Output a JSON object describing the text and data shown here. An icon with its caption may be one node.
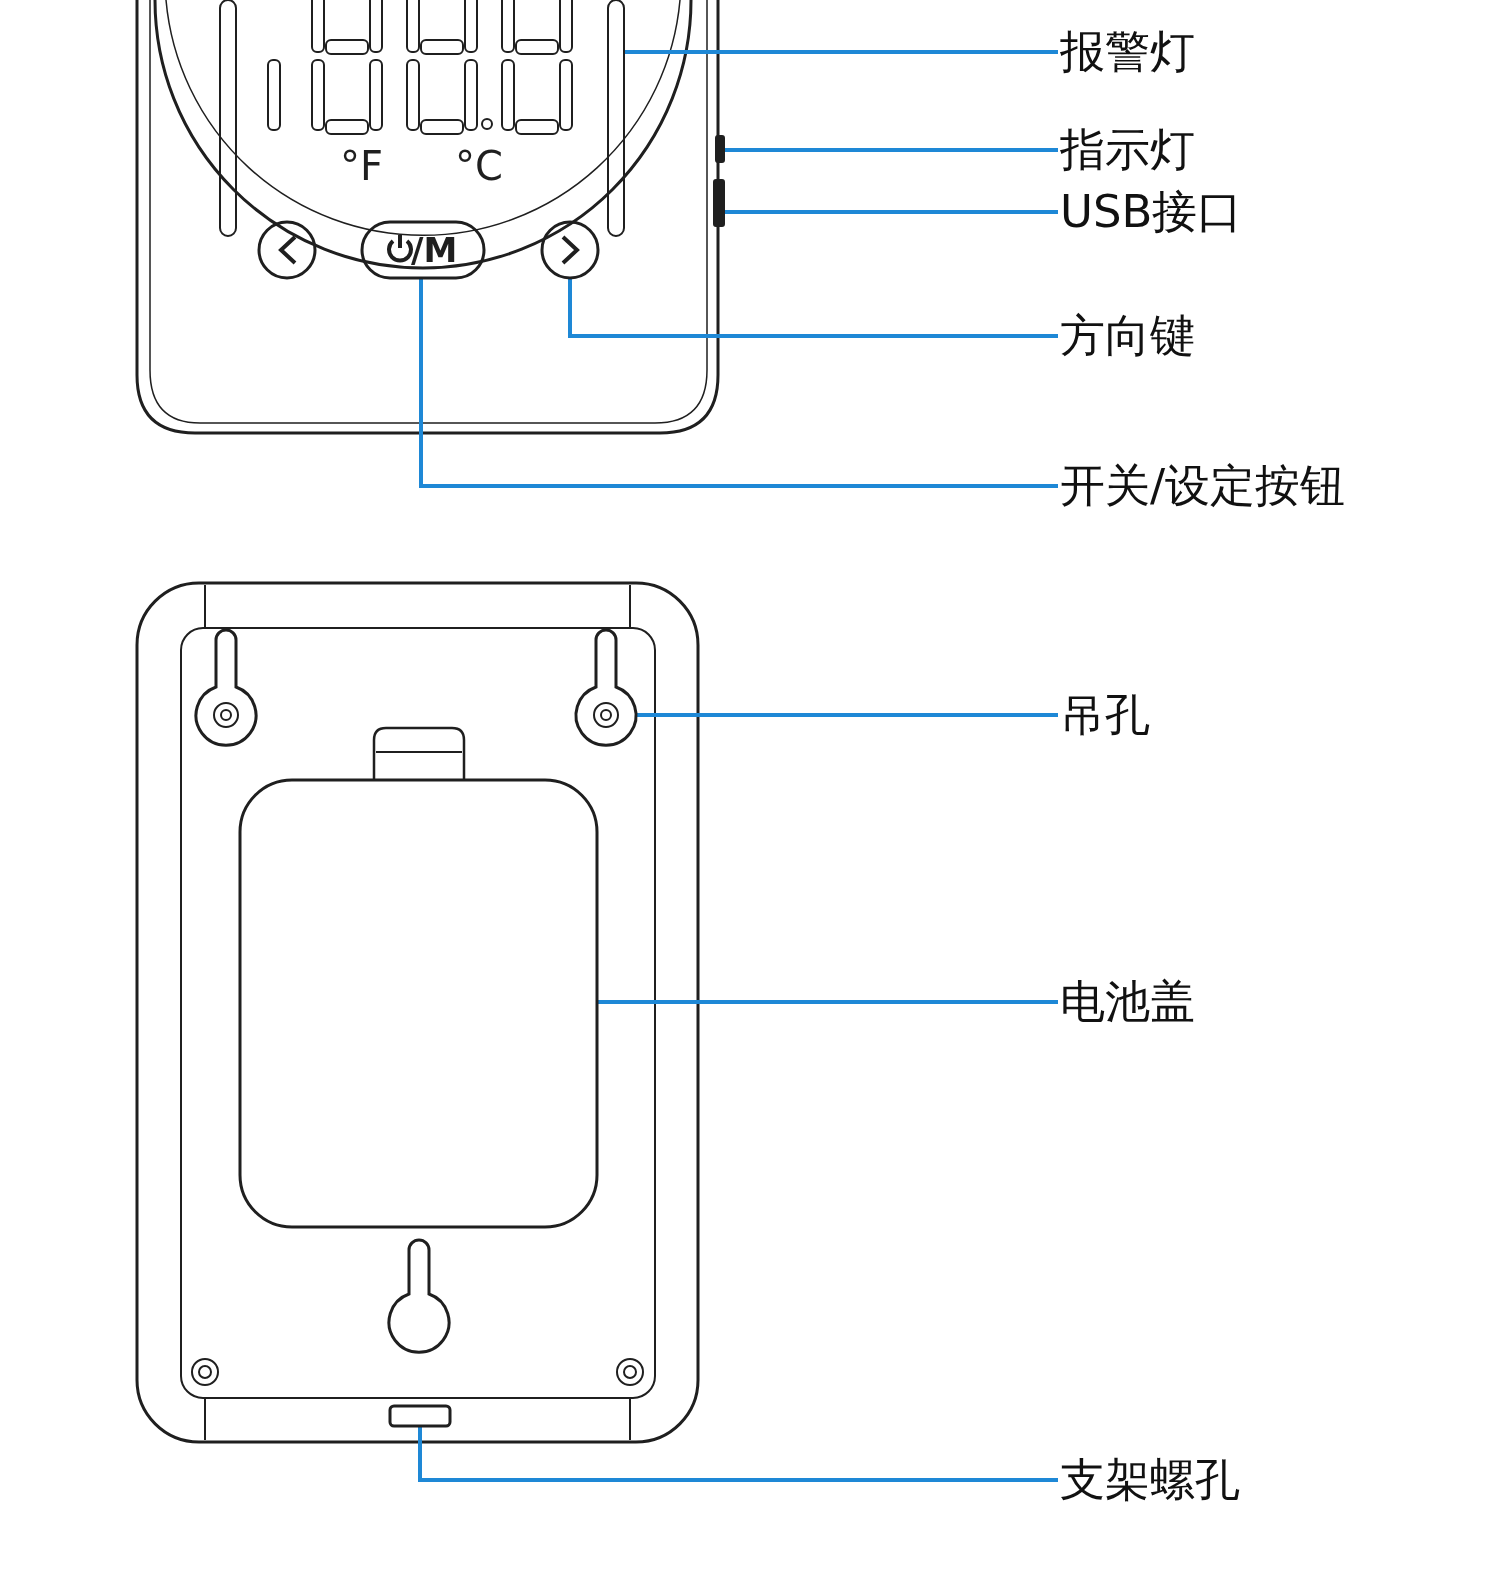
{
  "diagram": {
    "nodes": [
      {
        "text": [
          "报警灯"
        ]
      },
      {
        "text": [
          "指示灯"
        ]
      },
      {
        "text": [
          "USB接口"
        ]
      },
      {
        "text": [
          "方向键"
        ]
      },
      {
        "text": [
          "开关/设定按钮"
        ]
      },
      {
        "text": [
          "吊孔"
        ]
      },
      {
        "text": [
          "电池盖"
        ]
      },
      {
        "text": [
          "支架螺孔"
        ]
      },
      {
        "text": [],
        "shape": "bar"
      },
      {
        "text": [],
        "shape": "bar"
      },
      {
        "text": [],
        "shape": "bar"
      },
      {
        "text": [],
        "shape": "circle"
      },
      {
        "text": [],
        "shape": "box"
      },
      {
        "text": [],
        "shape": "keyhole"
      },
      {
        "text": [],
        "shape": "box"
      },
      {
        "text": [],
        "shape": "box"
      }
    ],
    "edges": [
      {
        "from": 0,
        "to": 8,
        "arrow": "none"
      },
      {
        "from": 1,
        "to": 9,
        "arrow": "none"
      },
      {
        "from": 2,
        "to": 10,
        "arrow": "none"
      },
      {
        "from": 3,
        "to": 11,
        "arrow": "none"
      },
      {
        "from": 4,
        "to": 12,
        "arrow": "none"
      },
      {
        "from": 5,
        "to": 13,
        "arrow": "none"
      },
      {
        "from": 6,
        "to": 14,
        "arrow": "none"
      },
      {
        "from": 7,
        "to": 15,
        "arrow": "none"
      }
    ],
    "labels": [
      "°F",
      "°C",
      "/M"
    ]
  }
}
